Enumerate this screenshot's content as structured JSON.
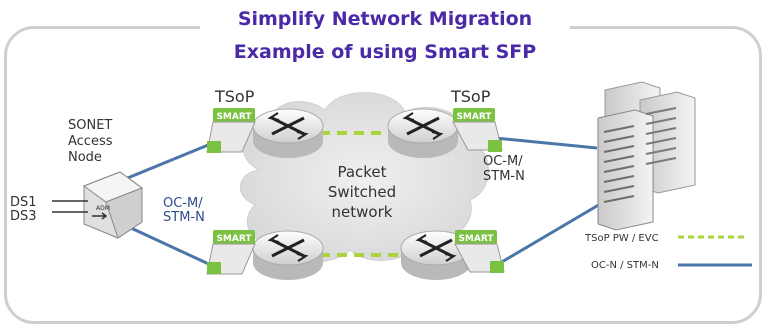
{
  "title": "Simplify Network Migration",
  "subtitle": "Example of using Smart SFP",
  "labels": {
    "tsop_left": "TSoP",
    "tsop_right": "TSoP",
    "sonet_line1": "SONET",
    "sonet_line2": "Access",
    "sonet_line3": "Node",
    "adm": "ADM",
    "ds1": "DS1",
    "ds3": "DS3",
    "ocm_left_1": "OC-M/",
    "ocm_left_2": "STM-N",
    "ocm_right_1": "OC-M/",
    "ocm_right_2": "STM-N",
    "cloud_1": "Packet",
    "cloud_2": "Switched",
    "cloud_3": "network",
    "smart": "SMART"
  },
  "legend": {
    "items": [
      {
        "label": "TSoP PW / EVC",
        "style": "dashed",
        "color": "#a8d63a"
      },
      {
        "label": "OC-N / STM-N",
        "style": "solid",
        "color": "#4a76a8"
      }
    ]
  },
  "colors": {
    "title": "#4b2aa8",
    "pw_link": "#a8d63a",
    "optical_link": "#4a76a8",
    "smart_green": "#7cc242",
    "cloud": "#e4e4e4"
  }
}
